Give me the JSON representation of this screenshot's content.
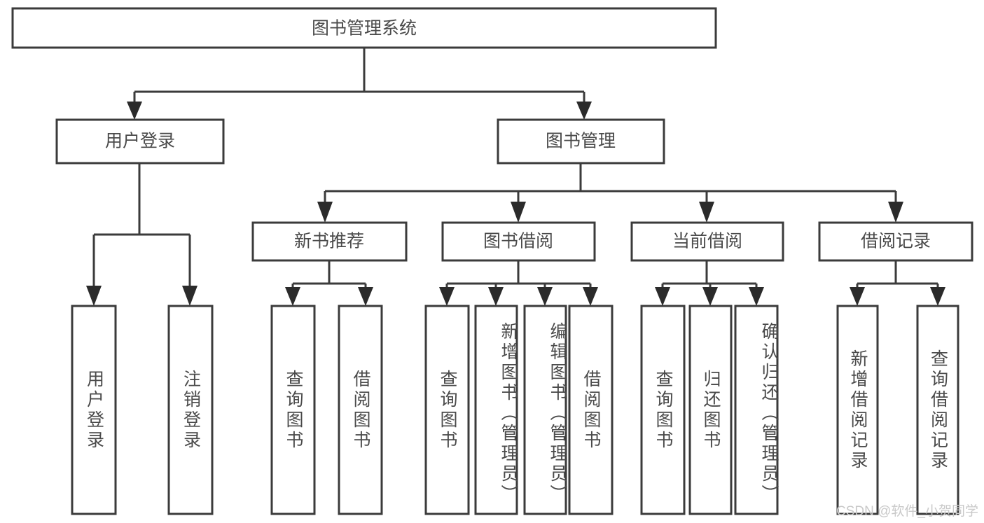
{
  "diagram": {
    "type": "tree-hierarchy",
    "title": "图书管理系统",
    "watermark": "CSDN @软件_小贺同学",
    "colors": {
      "box_stroke": "#3b3b3b",
      "box_fill": "#ffffff",
      "text": "#4a4a4a",
      "connector": "#3b3b3b",
      "watermark": "#c9c9c9",
      "background": "#ffffff"
    },
    "levels": [
      {
        "level": 1,
        "nodes": [
          {
            "id": "root",
            "label": "图书管理系统",
            "orientation": "horizontal"
          }
        ]
      },
      {
        "level": 2,
        "nodes": [
          {
            "id": "user-login",
            "label": "用户登录",
            "orientation": "horizontal",
            "parent": "root"
          },
          {
            "id": "book-manage",
            "label": "图书管理",
            "orientation": "horizontal",
            "parent": "root"
          }
        ]
      },
      {
        "level": 3,
        "nodes": [
          {
            "id": "new-book-rec",
            "label": "新书推荐",
            "orientation": "horizontal",
            "parent": "book-manage"
          },
          {
            "id": "book-borrow",
            "label": "图书借阅",
            "orientation": "horizontal",
            "parent": "book-manage"
          },
          {
            "id": "current-borrow",
            "label": "当前借阅",
            "orientation": "horizontal",
            "parent": "book-manage"
          },
          {
            "id": "borrow-record",
            "label": "借阅记录",
            "orientation": "horizontal",
            "parent": "book-manage"
          }
        ]
      },
      {
        "level": 4,
        "nodes": [
          {
            "id": "leaf-user-login",
            "label": "用户登录",
            "orientation": "vertical",
            "parent": "user-login"
          },
          {
            "id": "leaf-logout-login",
            "label": "注销登录",
            "orientation": "vertical",
            "parent": "user-login"
          },
          {
            "id": "leaf-query-book-1",
            "label": "查询图书",
            "orientation": "vertical",
            "parent": "new-book-rec"
          },
          {
            "id": "leaf-borrow-book-1",
            "label": "借阅图书",
            "orientation": "vertical",
            "parent": "new-book-rec"
          },
          {
            "id": "leaf-query-book-2",
            "label": "查询图书",
            "orientation": "vertical",
            "parent": "book-borrow"
          },
          {
            "id": "leaf-add-book",
            "label": "新增图书（管理员）",
            "orientation": "vertical",
            "parent": "book-borrow"
          },
          {
            "id": "leaf-edit-book",
            "label": "编辑图书（管理员）",
            "orientation": "vertical",
            "parent": "book-borrow"
          },
          {
            "id": "leaf-borrow-book-2",
            "label": "借阅图书",
            "orientation": "vertical",
            "parent": "book-borrow"
          },
          {
            "id": "leaf-query-book-3",
            "label": "查询图书",
            "orientation": "vertical",
            "parent": "current-borrow"
          },
          {
            "id": "leaf-return-book",
            "label": "归还图书",
            "orientation": "vertical",
            "parent": "current-borrow"
          },
          {
            "id": "leaf-confirm-return",
            "label": "确认归还（管理员）",
            "orientation": "vertical",
            "parent": "current-borrow"
          },
          {
            "id": "leaf-add-record",
            "label": "新增借阅记录",
            "orientation": "vertical",
            "parent": "borrow-record"
          },
          {
            "id": "leaf-query-record",
            "label": "查询借阅记录",
            "orientation": "vertical",
            "parent": "borrow-record"
          }
        ]
      }
    ]
  }
}
